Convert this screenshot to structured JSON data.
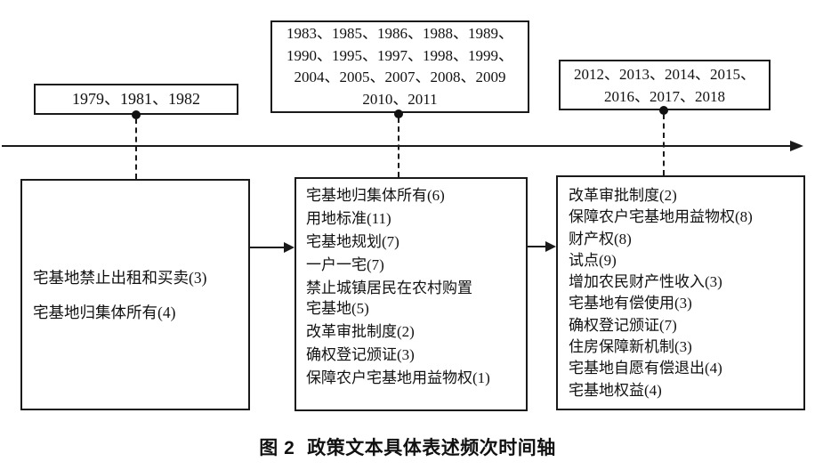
{
  "figure": {
    "caption_label": "图 2",
    "caption_title": "政策文本具体表述频次时间轴"
  },
  "colors": {
    "line": "#1a1a1a",
    "text": "#111111",
    "background": "#ffffff"
  },
  "timeline": {
    "direction": "left-to-right",
    "periods": [
      {
        "years_lines": [
          "1979、1981、1982"
        ],
        "item_lines": [
          "宅基地禁止出租和买卖(3)",
          "宅基地归集体所有(4)"
        ]
      },
      {
        "years_lines": [
          "1983、1985、1986、1988、1989、",
          "1990、1995、1997、1998、1999、",
          "2004、2005、2007、2008、2009",
          "2010、2011"
        ],
        "item_lines": [
          "宅基地归集体所有(6)",
          "用地标准(11)",
          "宅基地规划(7)",
          "一户一宅(7)",
          "禁止城镇居民在农村购置",
          "宅基地(5)",
          "改革审批制度(2)",
          "确权登记颁证(3)",
          "保障农户宅基地用益物权(1)"
        ]
      },
      {
        "years_lines": [
          "2012、2013、2014、2015、",
          "2016、2017、2018"
        ],
        "item_lines": [
          "改革审批制度(2)",
          "保障农户宅基地用益物权(8)",
          "财产权(8)",
          "试点(9)",
          "增加农民财产性收入(3)",
          "宅基地有偿使用(3)",
          "确权登记颁证(7)",
          "住房保障新机制(3)",
          "宅基地自愿有偿退出(4)",
          "宅基地权益(4)"
        ]
      }
    ]
  }
}
